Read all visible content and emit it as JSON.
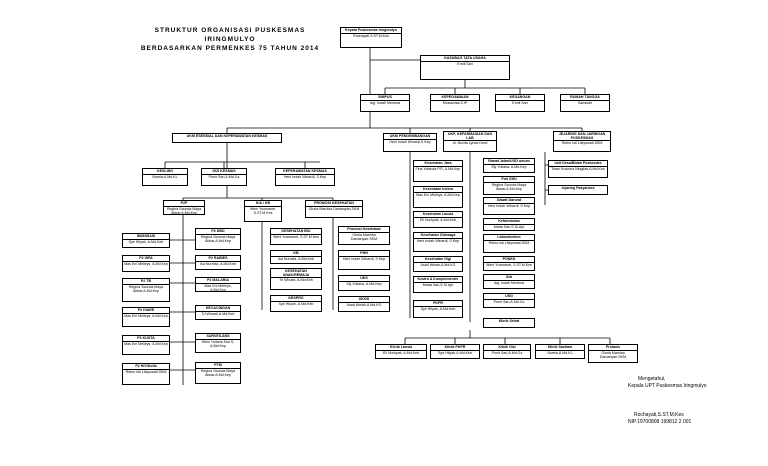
{
  "title": {
    "line1": "STRUKTUR ORGANISASI PUSKESMAS IRINGMULYO",
    "line2": "BERDASARKAN PERMENKES 75 TAHUN 2014"
  },
  "boxes": {
    "kepala": {
      "title": "Kepala Puskesmas Iringmulyo",
      "name": "Rochayati,S.ST.M.Kes"
    },
    "tu": {
      "title": "KASUBAG TATA USAHA",
      "name": "Ernili Sari"
    },
    "simpus": {
      "title": "SIMPUS",
      "name": "drg. Indah Mentora"
    },
    "kepegawaian": {
      "title": "KEPEGAWAIAN",
      "name": "Khasanisa,S.IP"
    },
    "keuangan": {
      "title": "KEUANGAN",
      "name": "Ernili Sari"
    },
    "rumah_tangga": {
      "title": "RUMAH TANGGA",
      "name": "Sanasde"
    },
    "ukm_esensial": {
      "title": "UKM ESENSIAL DAN KEPERAWATAN KESMAS",
      "name": ""
    },
    "ukm_pengembangan": {
      "title": "UKM PENGEMBANGAN",
      "name": "Heni Indah Winardi,S.Kep"
    },
    "ukp": {
      "title": "UKP, KEFARMASIAN DAN LAB",
      "name": "dr. Novita Lynda Dewi"
    },
    "jejaring": {
      "title": "JEJARING DAN JARINGAN PUSKESMAS",
      "name": "Retno Isti Listyowati,SKM"
    },
    "kesling": {
      "title": "KESLING",
      "name": "Nurela,A.Md.KL"
    },
    "gizi_kesmas": {
      "title": "GIZI KESMAS",
      "name": "Ponir Sari,A.Md.Gz"
    },
    "keperawatan_kesmas": {
      "title": "KEPERAWATAN KESMAS",
      "name": "Heni Indah Winardi, S.Kep"
    },
    "p2p": {
      "title": "P2P",
      "name": "Regina Scunda Maya Akbar,A.Md.Kep"
    },
    "kia_kb": {
      "title": "KIA / KB",
      "name": "Weni Yusmanet, S.ST.M.Kes"
    },
    "promosi": {
      "title": "PROMOSI KESEHATAN",
      "name": "Gloria Marnisa Damanyan,SKM"
    },
    "imunisasi": {
      "title": "IMUNISASI",
      "name": "Sye Hilyah, A.Md.Keb"
    },
    "p2_dbd": {
      "title": "P2 DBD",
      "name": "Regina Scunda Maya Akbar,A.Md.Kep"
    },
    "p2_ispa": {
      "title": "P2 ISPA",
      "name": "Mas Eni Melleys, A.Md.Kep"
    },
    "p2_rabies": {
      "title": "P2 RABIES",
      "name": "Ika Nurmila, A.Md.Keb"
    },
    "p2_tb": {
      "title": "P2 TB",
      "name": "Regina Scunda Maya Akbar,A.Md.Kep"
    },
    "p2_malaria": {
      "title": "P2 MALARIA",
      "name": "Mas Eni Melleys, A.Md.Kep"
    },
    "p2_diare": {
      "title": "P2 DIARE",
      "name": "Mas Eni Melleys, A.Md.Kep"
    },
    "kecacingan": {
      "title": "KECACINGAN",
      "name": "Tri Winarti,A.Md.Keb"
    },
    "p2_kusta": {
      "title": "P2 KUSTA",
      "name": "Mas Eni Melleys, A.Md.Kep"
    },
    "surveilans": {
      "title": "SURVEILANS",
      "name": "Weni Yuliana Eka S, A.Md.Kep"
    },
    "p2_hiv": {
      "title": "P2 HIV/Dolla",
      "name": "Retno Isti Listyowati,SKM"
    },
    "ptm": {
      "title": "PTM",
      "name": "Regina Scunda Maya Akbar,A.Md.Kep"
    },
    "kesehatan_ibu": {
      "title": "KESEHATAN IBU",
      "name": "Weni Yusmanet, S.ST.M.Kes"
    },
    "kb": {
      "title": "KB",
      "name": "Ika Nurmila, A.Md.Keb"
    },
    "kes_anak": {
      "title": "KESEHATAN ANAK/REMAJA",
      "name": "Tri Winarti, A.Md.Keb"
    },
    "kespro": {
      "title": "KESPRO",
      "name": "Sye Hilyah, A.Md.Keb"
    },
    "promosi_kes": {
      "title": "Promosi Kesehatan",
      "name": "Gloria Marnisa Damanyan,SKM"
    },
    "phn": {
      "title": "PHN",
      "name": "Heni Indah Winardi, S.Kep"
    },
    "uks": {
      "title": "UKS",
      "name": "Sly Yuliana, A.Md.Kep"
    },
    "ukgs": {
      "title": "UKGS",
      "name": "Asad Welah,A.Md.KG"
    },
    "kes_jiwa": {
      "title": "Kesehatan Jiwa",
      "name": "Fina Yolanda P.R, A.Md.Kep"
    },
    "kes_indera": {
      "title": "Kesehatan Indera",
      "name": "Mas Eni Melleys, A.Md.Kep"
    },
    "kes_lansia": {
      "title": "Kesehatan Lansia",
      "name": "Eli Nurhyati, A.Md.Keb"
    },
    "kes_olahraga": {
      "title": "Kesehatan Olahraga",
      "name": "Heni Indah Winardi, S.Kep"
    },
    "kesling_gigi": {
      "title": "Kesehatan Gigi",
      "name": "Asad Welah,A.Md.KG"
    },
    "kestrad": {
      "title": "Kestra & Komplementer",
      "name": "Marta Sari,S.Si.Apt"
    },
    "pkpr": {
      "title": "PKPR",
      "name": "Sye Hilyah, A.Md.Keb"
    },
    "rawat_jalan": {
      "title": "Rawat Jalan/UGD umum",
      "name": "Sly Yuliana, A.Md.Kep"
    },
    "poli_gigi": {
      "title": "Poli GIGI",
      "name": "Regina Scunda Maya Akbar,A.Md.Kep"
    },
    "gawat_darurat": {
      "title": "Gawat Darurat",
      "name": "Heni Indah Winardi, S.Kep"
    },
    "kefarmasian": {
      "title": "Kefarmasian",
      "name": "Marta Sari,S.Si.Apt"
    },
    "laboratorium": {
      "title": "Laboratorium",
      "name": "Retno Isti Listyowati,SKM"
    },
    "persalinan": {
      "title": "PONED",
      "name": "Weni Yusmanet, S.ST.M.Kes"
    },
    "gizi": {
      "title": "Gizi",
      "name": "drg. Indah Mentora"
    },
    "usg": {
      "title": "USG",
      "name": "Ponir Sari,A.Md.Gz"
    },
    "klinik_sehat": {
      "title": "Klinik Sehat",
      "name": ""
    },
    "pustu": {
      "title": "Unit Desa/Bidan Poskesdes",
      "name": "Triani Kusuma Ningtias,A.Md.Keb"
    },
    "jejaring_fasyankes": {
      "title": "Jejaring Fasyankes",
      "name": ""
    },
    "klinik_lansia": {
      "title": "Klinik Lansia",
      "name": "Eli Nurhyati, A.Md.Keb"
    },
    "klinik_pkpr": {
      "title": "Klinik PKPR",
      "name": "Sye Hilyah,A.Md.Keb"
    },
    "klinik_gizi": {
      "title": "Klinik Gizi",
      "name": "Ponir Sari,A.Md.Gz"
    },
    "klinik_sanitasi": {
      "title": "Klinik Sanitasi",
      "name": "Nurela,A.Md.KL"
    },
    "prolanis": {
      "title": "Prolanis",
      "name": "Gloria Marnisa Damanyan,SKM"
    }
  },
  "signature": {
    "place": "Mengetahui,",
    "role": "Kepala UPT Puskesmas Iringmulyo",
    "name": "Rochayati,S.ST.M.Kes",
    "nip": "NIP.19700808 199812 2 001"
  }
}
